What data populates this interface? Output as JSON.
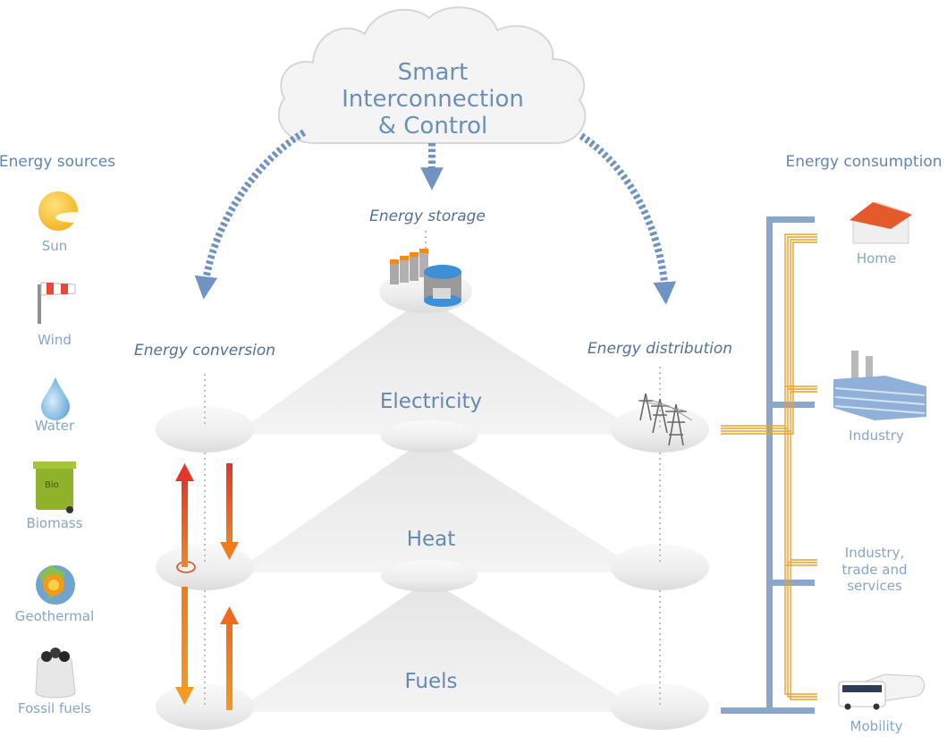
{
  "cloud": {
    "line1": "Smart",
    "line2": "Interconnection",
    "line3": "& Control"
  },
  "sources": {
    "heading": "Energy sources",
    "items": [
      {
        "label": "Sun",
        "icon": "sun-icon"
      },
      {
        "label": "Wind",
        "icon": "windsock-icon"
      },
      {
        "label": "Water",
        "icon": "water-drop-icon"
      },
      {
        "label": "Biomass",
        "icon": "bio-bin-icon",
        "badge": "Bio"
      },
      {
        "label": "Geothermal",
        "icon": "earth-core-icon"
      },
      {
        "label": "Fossil fuels",
        "icon": "coal-sack-icon"
      }
    ]
  },
  "consumption": {
    "heading": "Energy consumption",
    "items": [
      {
        "label": "Home",
        "icon": "house-icon"
      },
      {
        "label": "Industry",
        "icon": "factory-icon"
      },
      {
        "label_lines": [
          "Industry,",
          "trade and",
          "services"
        ]
      },
      {
        "label": "Mobility",
        "icon": "train-bus-icon"
      }
    ]
  },
  "stages": {
    "conversion": "Energy conversion",
    "storage": "Energy storage",
    "distribution": "Energy distribution"
  },
  "layers": {
    "electricity": "Electricity",
    "heat": "Heat",
    "fuels": "Fuels"
  },
  "colors": {
    "control_arrow": "#6f93c2",
    "bus_bar": "#8aa6cc",
    "feed_line": "#e8a02a",
    "arrow_red": "#e63a2a",
    "arrow_orange": "#f08a1e"
  }
}
